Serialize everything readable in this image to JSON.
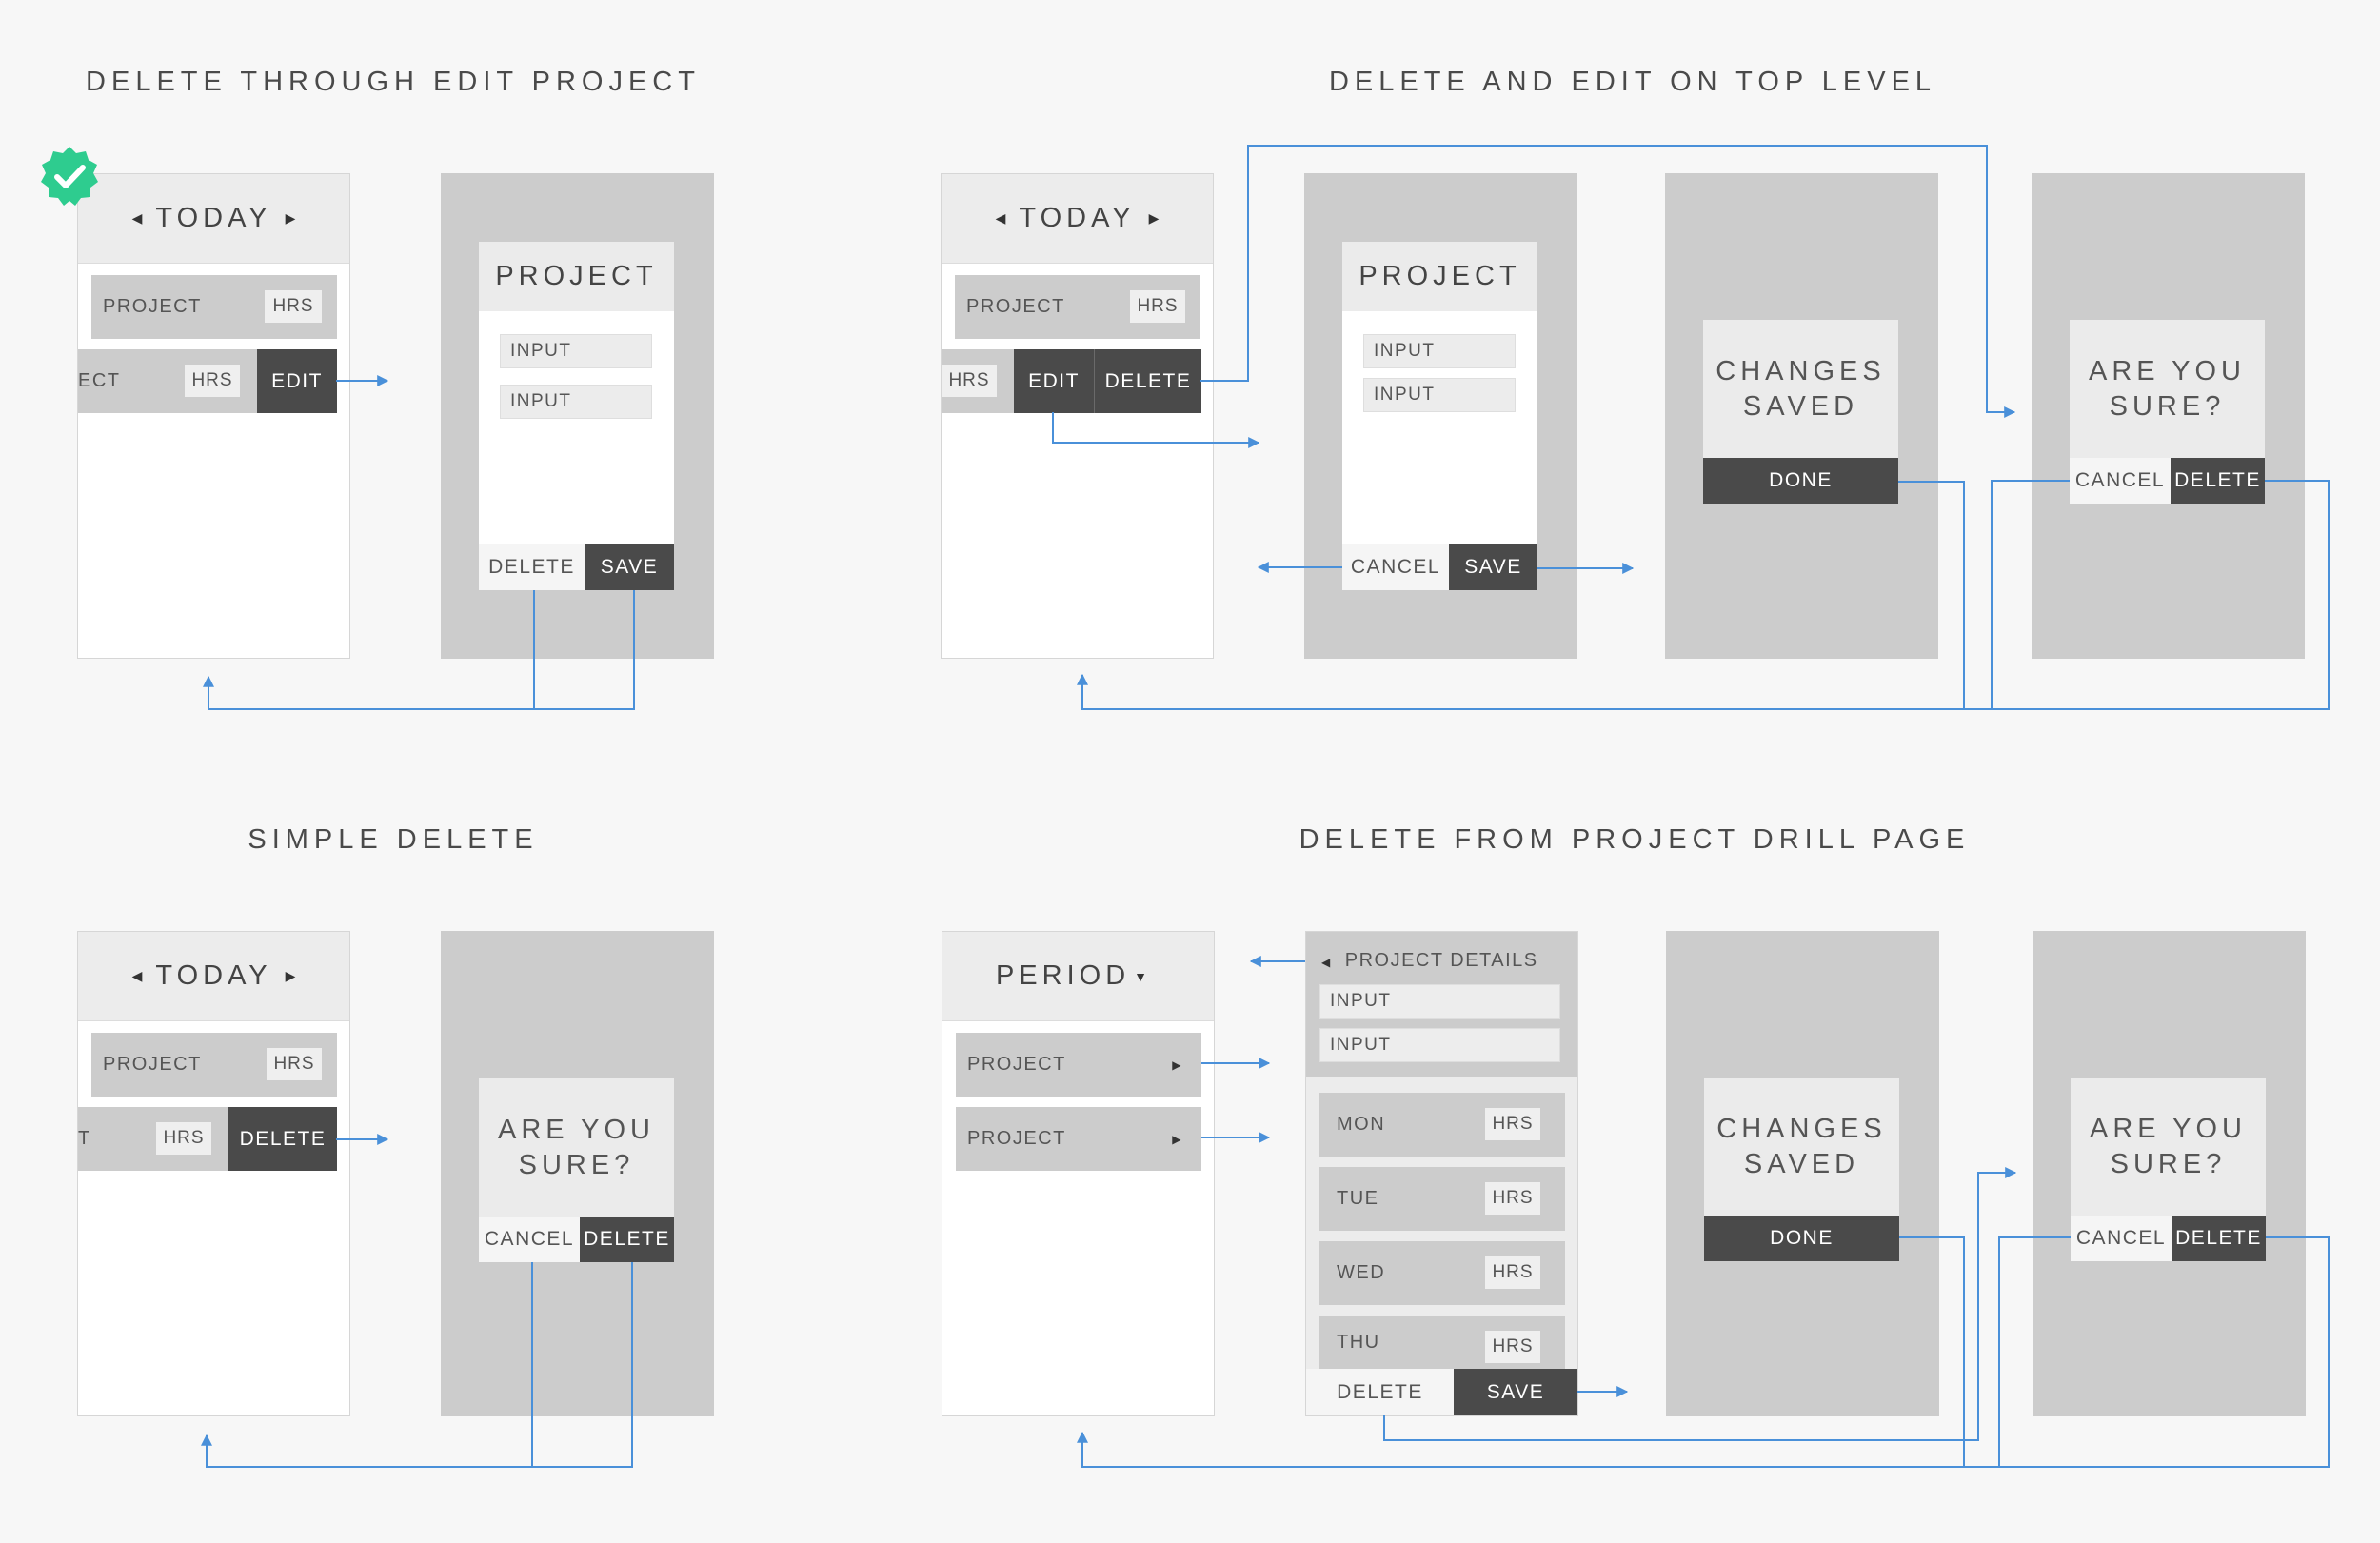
{
  "sections": {
    "s1": "DELETE THROUGH EDIT PROJECT",
    "s2": "DELETE AND EDIT ON TOP LEVEL",
    "s3": "SIMPLE DELETE",
    "s4": "DELETE FROM PROJECT DRILL PAGE"
  },
  "common": {
    "today": "TODAY",
    "project": "PROJECT",
    "hrs": "HRS",
    "ect": "ECT",
    "t": "T",
    "edit": "EDIT",
    "delete": "DELETE",
    "save": "SAVE",
    "cancel": "CANCEL",
    "done": "DONE",
    "input": "INPUT",
    "changes_saved": "CHANGES SAVED",
    "are_you_sure": "ARE YOU SURE?",
    "period": "PERIOD",
    "project_details": "PROJECT DETAILS"
  },
  "days": [
    "MON",
    "TUE",
    "WED",
    "THU"
  ],
  "colors": {
    "flow_line": "#4a90d9",
    "badge": "#2ecc8f",
    "dark": "#4a4a4a",
    "panel": "#cccccc"
  },
  "icons": [
    "check-badge-icon",
    "triangle-left-icon",
    "triangle-right-icon",
    "triangle-down-icon"
  ]
}
